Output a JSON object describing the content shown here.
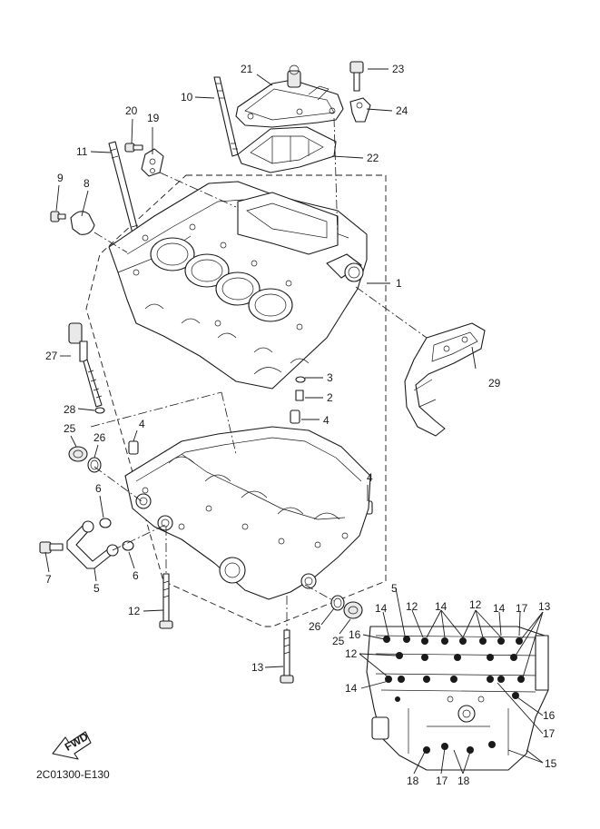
{
  "diagram_code": "2C01300-E130",
  "direction_marker": "FWD",
  "callouts": {
    "c1": "1",
    "c2": "2",
    "c3": "3",
    "c4a": "4",
    "c4b": "4",
    "c4c": "4",
    "c5a": "5",
    "c5b": "5",
    "c6a": "6",
    "c6b": "6",
    "c7": "7",
    "c8": "8",
    "c9": "9",
    "c10": "10",
    "c11": "11",
    "c12": "12",
    "c13": "13",
    "c19": "19",
    "c20": "20",
    "c21": "21",
    "c22": "22",
    "c23": "23",
    "c24": "24",
    "c25": "25",
    "c26": "26",
    "c27": "27",
    "c28": "28",
    "c29": "29",
    "c25b": "25",
    "c26b": "26",
    "i12a": "12",
    "i12b": "12",
    "i12c": "12",
    "i13a": "13",
    "i14a": "14",
    "i14b": "14",
    "i14c": "14",
    "i14d": "14",
    "i15": "15",
    "i16a": "16",
    "i16b": "16",
    "i17a": "17",
    "i17b": "17",
    "i17c": "17",
    "i18a": "18",
    "i18b": "18"
  }
}
